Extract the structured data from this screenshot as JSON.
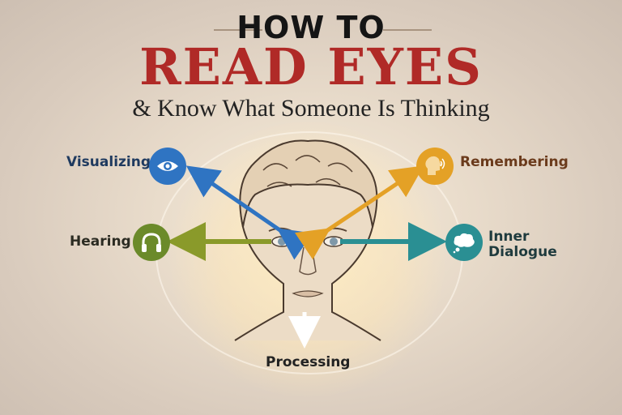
{
  "header": {
    "title_top": "HOW TO",
    "title_main": "READ EYES",
    "subtitle": "& Know What Someone Is Thinking"
  },
  "directions": {
    "visualizing": {
      "label": "Visualizing",
      "icon": "eye-icon",
      "color": "#2f74c2",
      "text_color": "#1f3a5f"
    },
    "remembering": {
      "label": "Remembering",
      "icon": "head-sound-icon",
      "color": "#e4a126",
      "text_color": "#6b3b1c"
    },
    "hearing": {
      "label": "Hearing",
      "icon": "headphones-icon",
      "color": "#6b8a2a",
      "text_color": "#2b2b22"
    },
    "inner_dialogue": {
      "label_line1": "Inner",
      "label_line2": "Dialogue",
      "icon": "thought-cloud-icon",
      "color": "#2a8f93",
      "text_color": "#1f3b3e"
    },
    "processing": {
      "label": "Processing",
      "icon": "down-arrow-icon",
      "color": "#ffffff",
      "text_color": "#222222"
    }
  },
  "colors": {
    "title_red": "#b02a27",
    "title_black": "#151515",
    "background": "#ddd0c2"
  }
}
